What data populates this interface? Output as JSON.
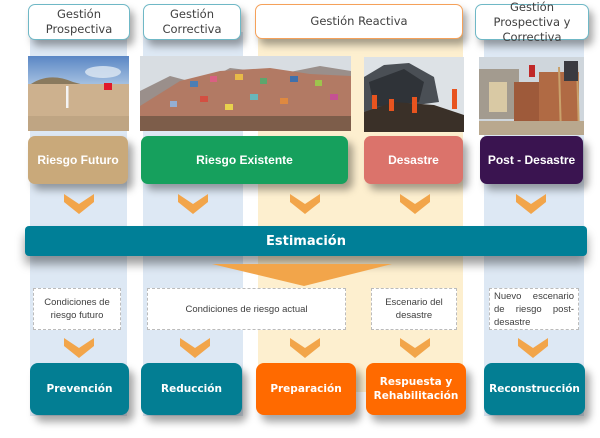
{
  "columns": [
    {
      "header": "Gestión Prospectiva",
      "risk": "Riesgo Futuro",
      "condition": "Condiciones de riesgo futuro",
      "action": "Prevención",
      "photo": "desert-land-with-red-sign"
    },
    {
      "header": "Gestión Correctiva",
      "risk": "Riesgo  Existente",
      "condition": "Condiciones de riesgo actual",
      "action": "Reducción",
      "photo": "hillside-informal-settlement"
    },
    {
      "header": "Gestión Reactiva",
      "risk": "Desastre",
      "condition": "Escenario del desastre",
      "action": "Preparación",
      "action2": "Respuesta y Rehabilitación",
      "photo": "collapsed-building-rescuers"
    },
    {
      "header": "Gestión Prospectiva y Correctiva",
      "risk": "Post - Desastre",
      "condition": "Nuevo escenario de riesgo post-desastre",
      "action": "Reconstrucción",
      "photo": "brick-reconstruction-workers"
    }
  ],
  "center_bar": {
    "label": "Estimación"
  },
  "colors": {
    "riesgo_futuro": "#c9a97a",
    "riesgo_existente": "#16a05d",
    "desastre": "#db736b",
    "post_desastre": "#3a1450",
    "teal": "#037e93",
    "orange": "#ff6a00",
    "chevron": "#f2a54a"
  }
}
